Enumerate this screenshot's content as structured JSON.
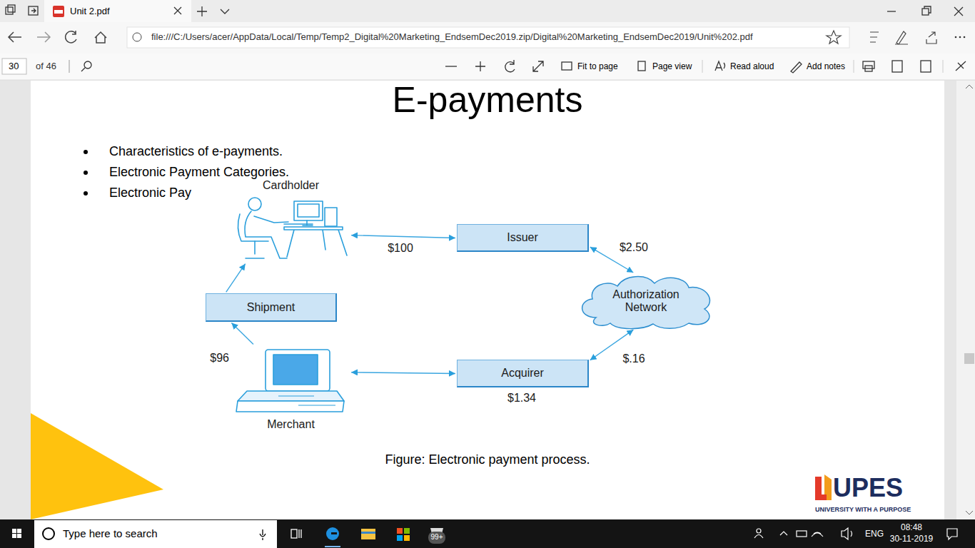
{
  "diagram": {
    "title": "E-payments",
    "caption": "Figure: Electronic payment process.",
    "nodes": [
      {
        "text": [
          "Cardholder"
        ]
      },
      {
        "text": [
          "Issuer"
        ]
      },
      {
        "text": [
          "Authorization Network"
        ]
      },
      {
        "text": [
          "Shipment"
        ]
      },
      {
        "text": [
          "Merchant"
        ]
      },
      {
        "text": [
          "Acquirer"
        ]
      }
    ],
    "edges": [
      {
        "from": 0,
        "to": 1,
        "arrow": "both",
        "label": "$100"
      },
      {
        "from": 1,
        "to": 2,
        "arrow": "both",
        "label": "$2.50"
      },
      {
        "from": 5,
        "to": 2,
        "arrow": "both",
        "label": "$.16"
      },
      {
        "from": 4,
        "to": 5,
        "arrow": "both"
      },
      {
        "from": 4,
        "to": 3,
        "arrow": "to",
        "label": "$96"
      },
      {
        "from": 3,
        "to": 0,
        "arrow": "to"
      }
    ],
    "labels": [
      "Unit 2.pdf",
      "file:///C:/Users/acer/AppData/Local/Temp/Temp2_Digital%20Marketing_EndsemDec2019.zip/Digital%20Marketing_EndsemDec2019/Unit%202.pdf",
      "30",
      "of 46",
      "Fit to page",
      "Page view",
      "Read aloud",
      "Add notes",
      "Characteristics of e-payments.",
      "Electronic Payment Categories.",
      "Electronic Pay",
      "$1.34",
      "UPES",
      "UNIVERSITY WITH A PURPOSE",
      "Type here to search",
      "99+",
      "ENG",
      "08:48",
      "30-11-2019"
    ]
  }
}
